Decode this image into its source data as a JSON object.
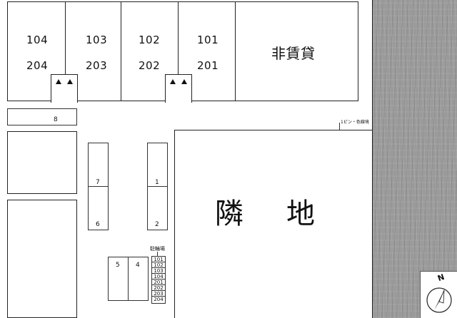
{
  "building": {
    "units_top": [
      "104",
      "103",
      "102",
      "101"
    ],
    "units_bottom": [
      "204",
      "203",
      "202",
      "201"
    ],
    "non_rental": "非賃貸"
  },
  "neighbor_land": {
    "char1": "隣",
    "char2": "地"
  },
  "parking": {
    "slots": [
      "1",
      "2",
      "4",
      "5",
      "6",
      "7",
      "8"
    ],
    "bicycle_label": "駐輪場",
    "bicycle_rooms": [
      "101",
      "102",
      "103",
      "104",
      "201",
      "202",
      "203",
      "204"
    ]
  },
  "marker_label": "1ピン・色線境",
  "compass": {
    "label": "N"
  }
}
